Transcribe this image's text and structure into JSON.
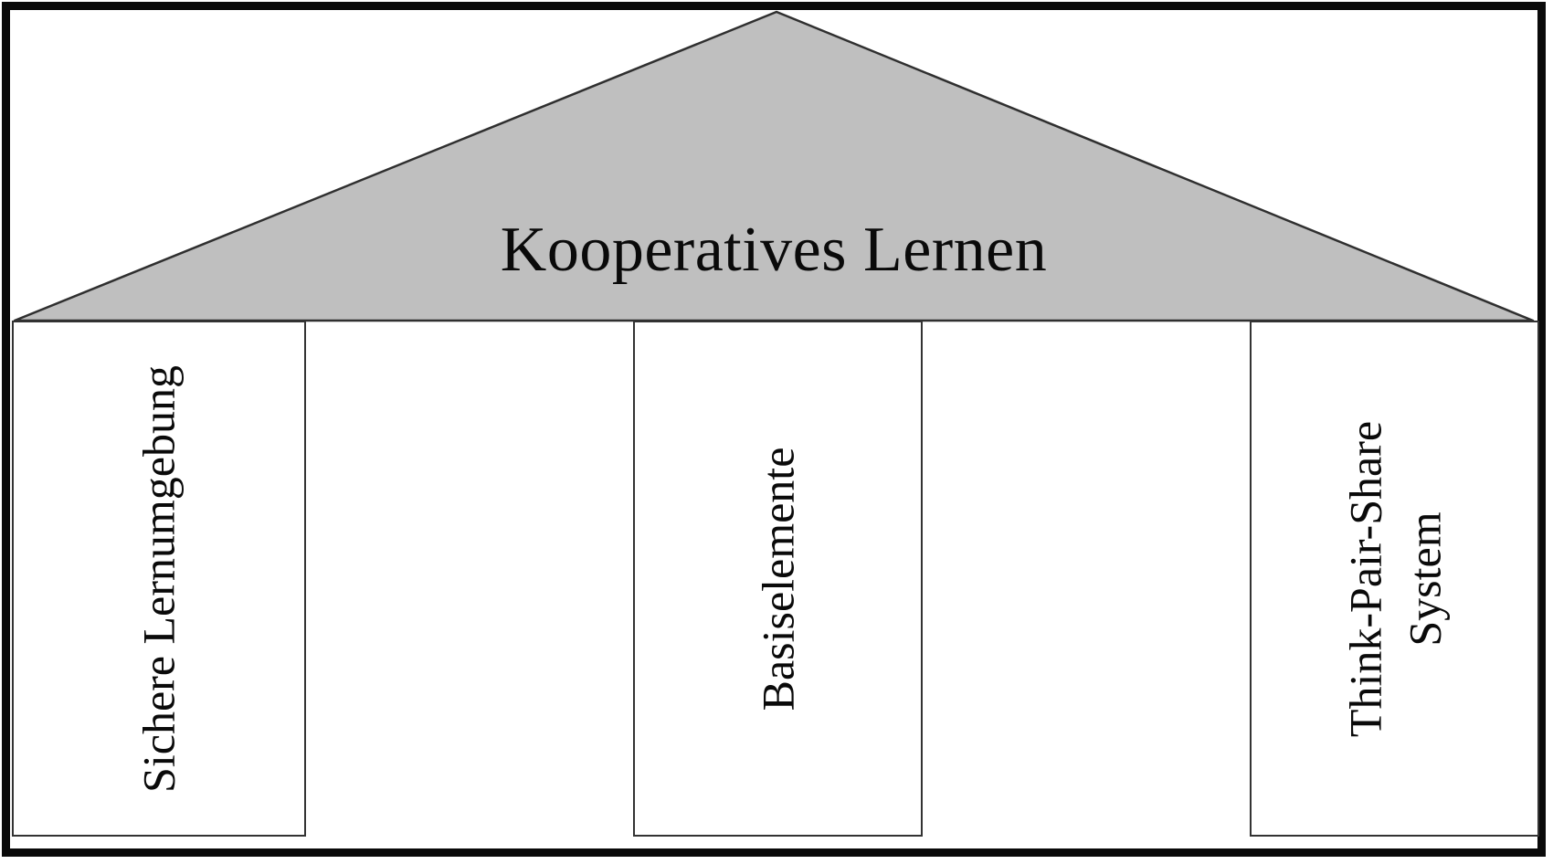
{
  "figure": {
    "type": "house-model-diagram",
    "roof": {
      "title": "Kooperatives Lernen",
      "fill": "#bfbfbf",
      "stroke": "#2f2f2f"
    },
    "pillars": [
      {
        "label": "Sichere Lernumgebung"
      },
      {
        "label": "Basiselemente"
      },
      {
        "label": "Think-Pair-Share System"
      }
    ],
    "colors": {
      "outer_border": "#0a0a0a",
      "pillar_border": "#333333",
      "pillar_fill": "#ffffff",
      "text": "#0a0a0a",
      "background": "#ffffff"
    }
  }
}
